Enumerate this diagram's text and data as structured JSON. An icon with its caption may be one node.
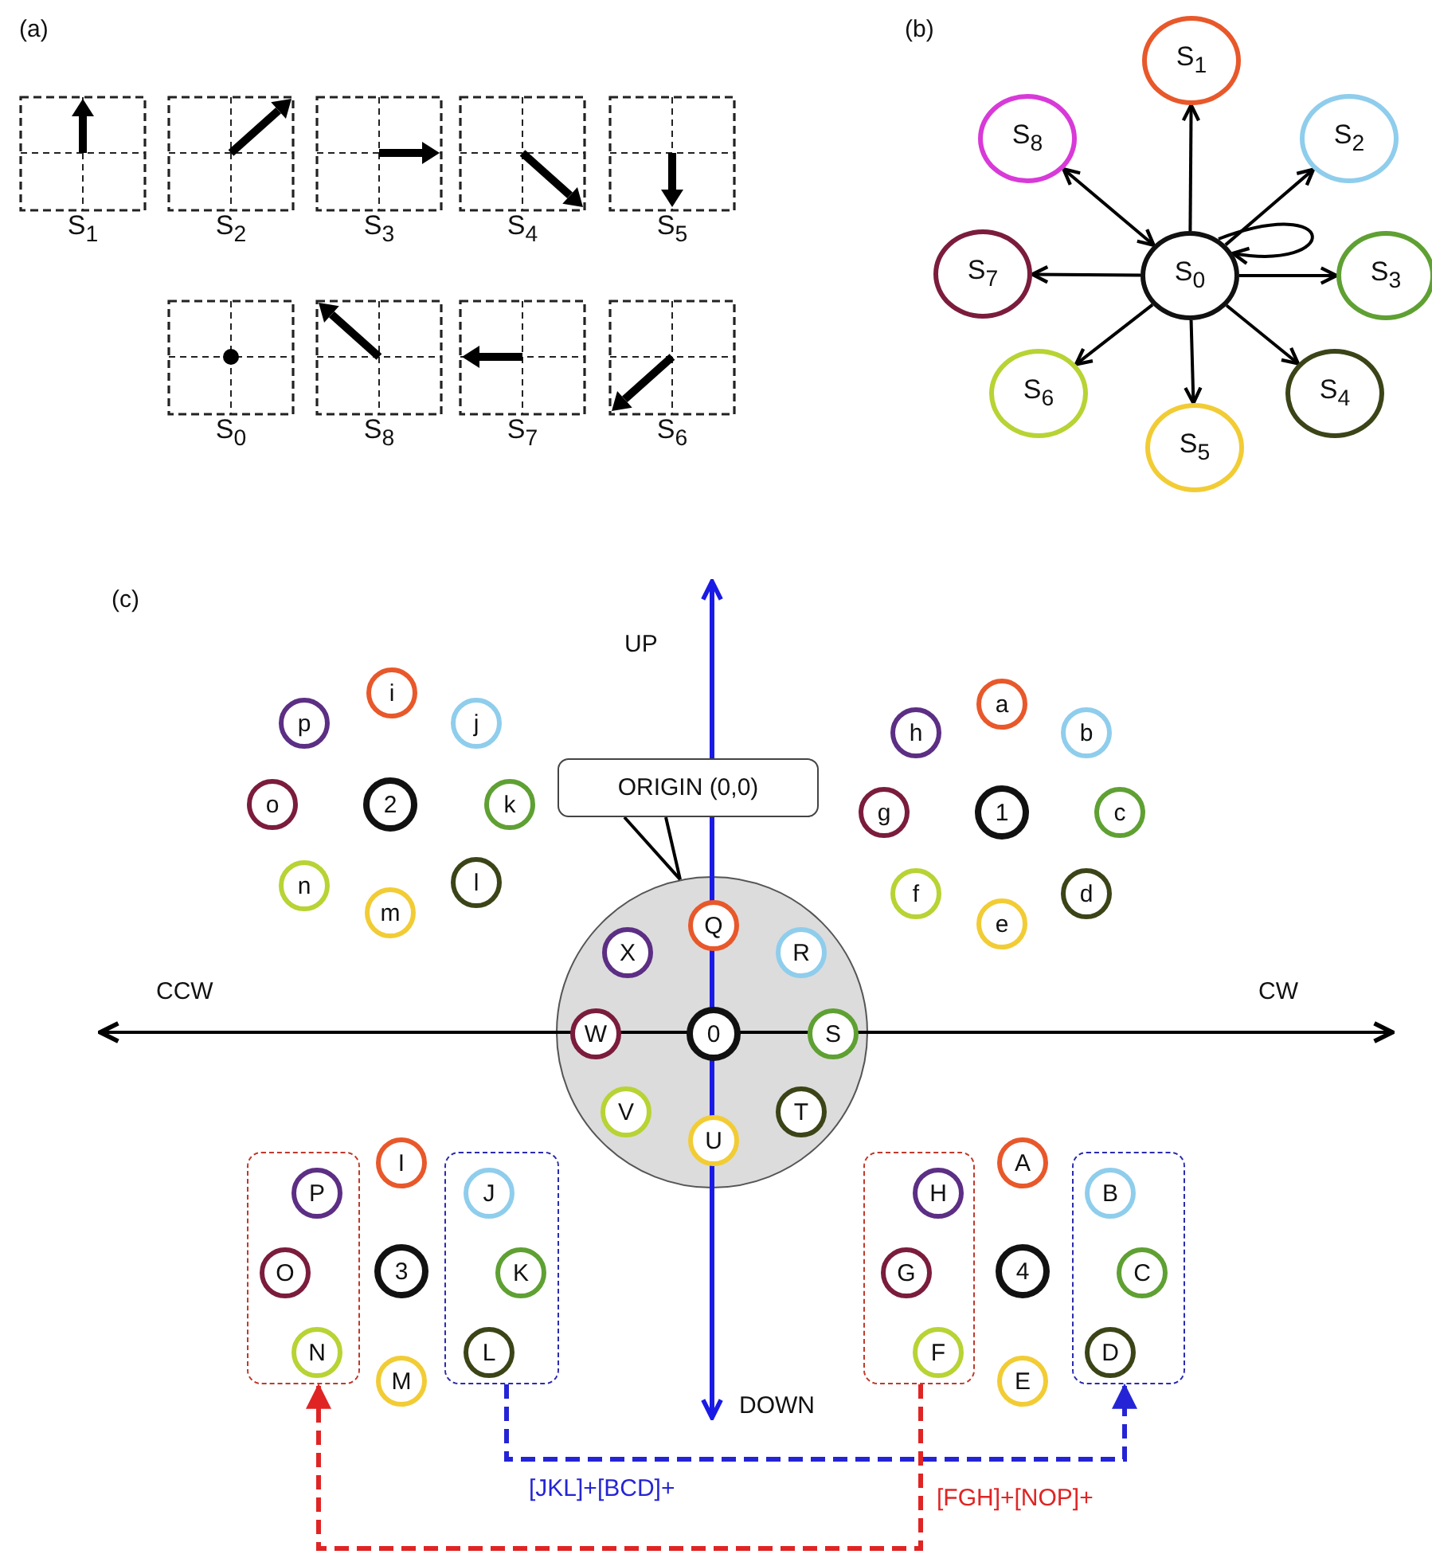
{
  "diagram": {
    "nodes": [
      {
        "text": [
          "S$_{1}$"
        ]
      },
      {
        "text": [
          "S$_{2}$"
        ]
      },
      {
        "text": [
          "S$_{3}$"
        ]
      },
      {
        "text": [
          "S$_{4}$"
        ]
      },
      {
        "text": [
          "S$_{5}$"
        ]
      },
      {
        "text": [
          "S$_{0}$"
        ]
      },
      {
        "text": [
          "S$_{8}$"
        ]
      },
      {
        "text": [
          "S$_{7}$"
        ]
      },
      {
        "text": [
          "S$_{6}$"
        ]
      },
      {
        "text": [
          "S$_{1}$"
        ]
      },
      {
        "text": [
          "S$_{8}$"
        ]
      },
      {
        "text": [
          "S$_{2}$"
        ]
      },
      {
        "text": [
          "S$_{7}$"
        ]
      },
      {
        "text": [
          "S$_{0}$"
        ]
      },
      {
        "text": [
          "S$_{3}$"
        ]
      },
      {
        "text": [
          "S$_{6}$"
        ]
      },
      {
        "text": [
          "S$_{4}$"
        ]
      },
      {
        "text": [
          "S$_{5}$"
        ]
      },
      {
        "text": [
          "ORIGIN (0,0)"
        ]
      },
      {
        "text": [
          "i"
        ]
      },
      {
        "text": [
          "p"
        ]
      },
      {
        "text": [
          "j"
        ]
      },
      {
        "text": [
          "o"
        ]
      },
      {
        "text": [
          "2"
        ]
      },
      {
        "text": [
          "k"
        ]
      },
      {
        "text": [
          "n"
        ]
      },
      {
        "text": [
          "l"
        ]
      },
      {
        "text": [
          "m"
        ]
      },
      {
        "text": [
          "a"
        ]
      },
      {
        "text": [
          "h"
        ]
      },
      {
        "text": [
          "b"
        ]
      },
      {
        "text": [
          "g"
        ]
      },
      {
        "text": [
          "1"
        ]
      },
      {
        "text": [
          "c"
        ]
      },
      {
        "text": [
          "f"
        ]
      },
      {
        "text": [
          "d"
        ]
      },
      {
        "text": [
          "e"
        ]
      },
      {
        "text": [],
        "shape": "circle"
      },
      {
        "text": [
          "Q"
        ],
        "in": 37
      },
      {
        "text": [
          "X"
        ],
        "in": 37
      },
      {
        "text": [
          "R"
        ],
        "in": 37
      },
      {
        "text": [
          "W"
        ],
        "in": 37
      },
      {
        "text": [
          "0"
        ],
        "in": 37
      },
      {
        "text": [
          "S"
        ],
        "in": 37
      },
      {
        "text": [
          "V"
        ],
        "in": 37
      },
      {
        "text": [
          "T"
        ],
        "in": 37
      },
      {
        "text": [
          "U"
        ],
        "in": 37
      },
      {
        "text": [],
        "shape": "box"
      },
      {
        "text": [
          "P"
        ],
        "in": 47
      },
      {
        "text": [
          "O"
        ],
        "in": 47
      },
      {
        "text": [
          "N"
        ],
        "in": 47
      },
      {
        "text": [
          "I"
        ]
      },
      {
        "text": [
          "3"
        ]
      },
      {
        "text": [
          "M"
        ]
      },
      {
        "text": [],
        "shape": "box"
      },
      {
        "text": [
          "J"
        ],
        "in": 54
      },
      {
        "text": [
          "K"
        ],
        "in": 54
      },
      {
        "text": [
          "L"
        ],
        "in": 54
      },
      {
        "text": [],
        "shape": "box"
      },
      {
        "text": [
          "H"
        ],
        "in": 58
      },
      {
        "text": [
          "G"
        ],
        "in": 58
      },
      {
        "text": [
          "F"
        ],
        "in": 58
      },
      {
        "text": [
          "A"
        ]
      },
      {
        "text": [
          "4"
        ]
      },
      {
        "text": [
          "E"
        ]
      },
      {
        "text": [],
        "shape": "box"
      },
      {
        "text": [
          "B"
        ],
        "in": 65
      },
      {
        "text": [
          "C"
        ],
        "in": 65
      },
      {
        "text": [
          "D"
        ],
        "in": 65
      }
    ],
    "edges": [
      {
        "from": 13,
        "to": 9,
        "arrow": "to"
      },
      {
        "from": 13,
        "to": 11,
        "arrow": "to"
      },
      {
        "from": 13,
        "to": 14,
        "arrow": "to"
      },
      {
        "from": 13,
        "to": 16,
        "arrow": "to"
      },
      {
        "from": 13,
        "to": 17,
        "arrow": "to"
      },
      {
        "from": 13,
        "to": 15,
        "arrow": "to"
      },
      {
        "from": 13,
        "to": 12,
        "arrow": "to"
      },
      {
        "from": 13,
        "to": 10,
        "arrow": "both"
      },
      {
        "from": 13,
        "to": 13,
        "arrow": "to"
      },
      {
        "from": 18,
        "to": 37,
        "arrow": "none"
      },
      {
        "from": 54,
        "to": 65,
        "arrow": "to",
        "label": "[JKL]+[BCD]+",
        "style": "dashed",
        "color": "#2424d6"
      },
      {
        "from": 58,
        "to": 47,
        "arrow": "to",
        "label": "[FGH]+[NOP]+",
        "style": "dashed",
        "color": "#e02424"
      }
    ],
    "labels": [
      "(a)",
      "(b)",
      "(c)",
      "UP",
      "CCW",
      "CW",
      "DOWN"
    ]
  }
}
